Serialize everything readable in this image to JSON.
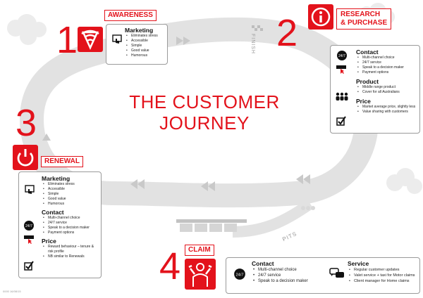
{
  "title_line1": "THE CUSTOMER",
  "title_line2": "JOURNEY",
  "track_labels": {
    "finish": "FINISH",
    "pits": "PITS"
  },
  "footnote": "0000 16/08/15",
  "colors": {
    "accent": "#e3121b",
    "track": "#e2e2e2",
    "track_arrow": "#c9c9c9"
  },
  "stage1": {
    "number": "1",
    "tag": "AWARENESS",
    "icon": "broadcast-signal-icon",
    "sections": [
      {
        "title": "Marketing",
        "icon": "hand-screen-icon",
        "items": [
          "Eliminates stress",
          "Accessible",
          "Simple",
          "Good value",
          "Humorous"
        ]
      }
    ]
  },
  "stage2": {
    "number": "2",
    "tag_line1": "RESEARCH",
    "tag_line2": "& PURCHASE",
    "icon": "info-icon",
    "sections": [
      {
        "title": "Contact",
        "icon": "headset-icon",
        "items": [
          "Multi-channel choice",
          "24/7 service",
          "Speak to a decision maker",
          "Payment options"
        ]
      },
      {
        "title": "Product",
        "icon": "people-icon",
        "items": [
          "Middle range product",
          "Cover for all Australians"
        ]
      },
      {
        "title": "Price",
        "icon": "checkbox-icon",
        "items": [
          "Market average price, slightly less",
          "Value sharing with customers"
        ]
      }
    ]
  },
  "stage3": {
    "number": "3",
    "tag": "RENEWAL",
    "icon": "renew-power-icon",
    "sections": [
      {
        "title": "Marketing",
        "icon": "hand-screen-icon",
        "items": [
          "Eliminates stress",
          "Accessible",
          "Simple",
          "Good value",
          "Humorous"
        ]
      },
      {
        "title": "Contact",
        "icon": "headset-icon",
        "items": [
          "Multi-channel choice",
          "24/7 service",
          "Speak to a decision maker",
          "Payment options"
        ]
      },
      {
        "title": "Price",
        "icon": "checkbox-icon",
        "items": [
          "Reward behaviour – tenure & risk profile",
          "NB similar to Renewals"
        ]
      }
    ]
  },
  "stage4": {
    "number": "4",
    "tag": "CLAIM",
    "icon": "mechanic-icon",
    "sections": [
      {
        "title": "Contact",
        "icon": "headset-icon",
        "items": [
          "Multi-channel choice",
          "24/7 service",
          "Speak to a decision maker"
        ]
      },
      {
        "title": "Service",
        "icon": "chat-bubbles-icon",
        "items": [
          "Regular customer updates",
          "Valet service + taxi for Motor claims",
          "Client manager for Home claims"
        ]
      }
    ]
  }
}
